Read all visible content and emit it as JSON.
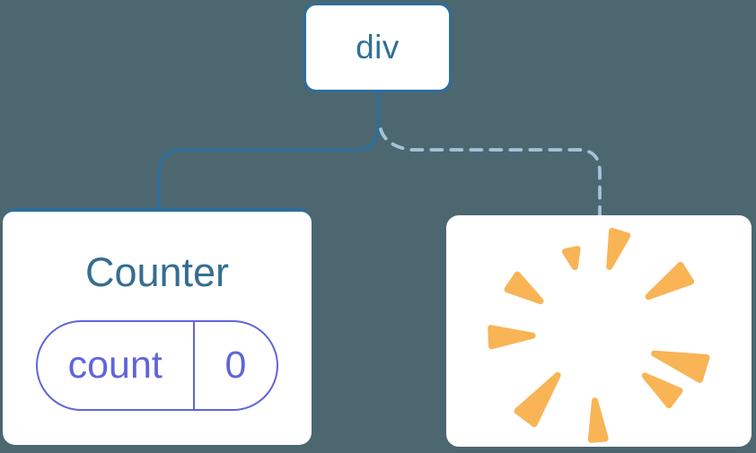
{
  "diagram": {
    "root": {
      "label": "div"
    },
    "counter": {
      "title": "Counter",
      "state": {
        "key": "count",
        "value": "0"
      }
    },
    "removed": {
      "icon": "poof-burst"
    },
    "edges": [
      {
        "type": "solid",
        "from": "div",
        "to": "Counter"
      },
      {
        "type": "dashed",
        "from": "div",
        "to": "removed"
      }
    ]
  },
  "colors": {
    "background": "#4C6770",
    "node_fill": "#FFFFFF",
    "tree_stroke": "#2D6E9B",
    "dashed_stroke": "#A4C3D8",
    "root_label": "#2F7095",
    "counter_title": "#356E90",
    "state_accent": "#6065DA",
    "poof": "#F8B455"
  }
}
